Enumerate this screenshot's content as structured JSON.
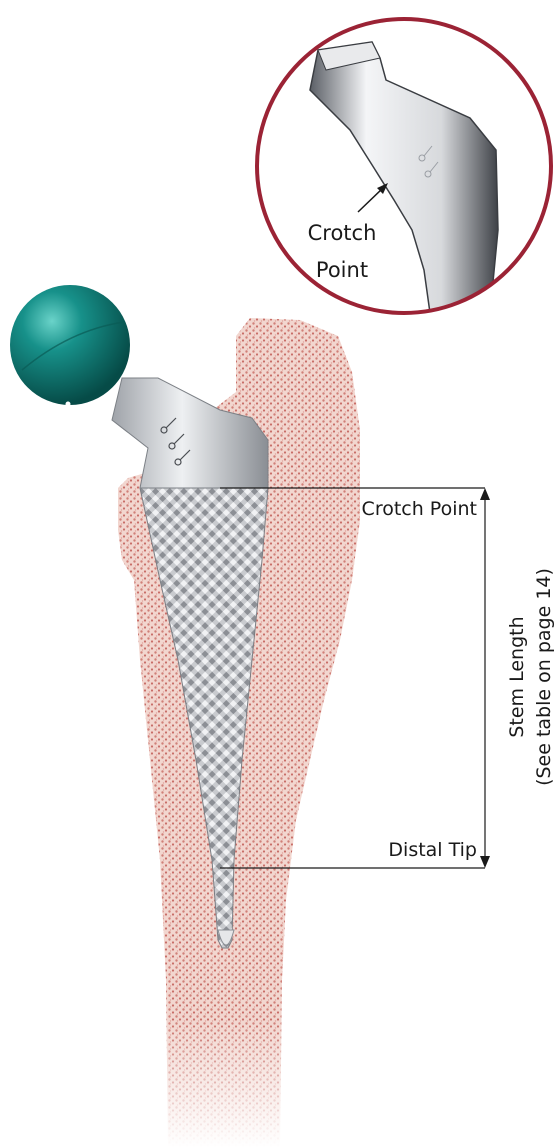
{
  "inset": {
    "label_line1": "Crotch",
    "label_line2": "Point"
  },
  "labels": {
    "crotch_point": "Crotch Point",
    "distal_tip": "Distal Tip",
    "stem_length_line1": "Stem Length",
    "stem_length_line2": "(See table on page 14)"
  },
  "colors": {
    "inset_ring": "#9b2335",
    "femoral_head": "#0f7a74",
    "bone": "#d9928a",
    "implant_metal": "#c9cbcf"
  }
}
